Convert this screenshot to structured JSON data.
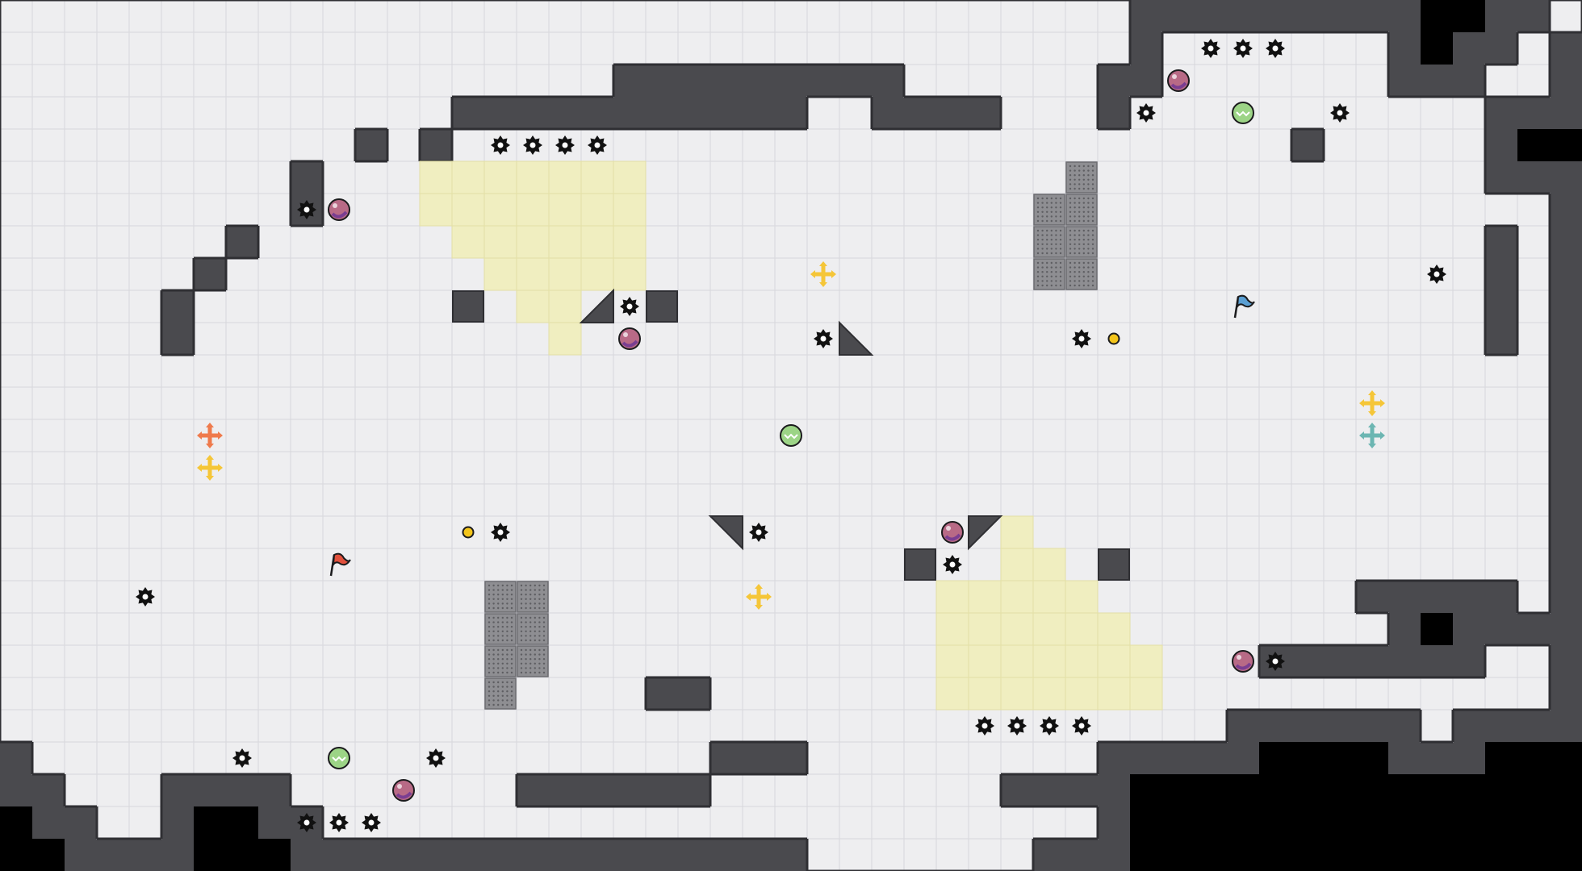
{
  "level": {
    "grid": {
      "cols": 49,
      "rows": 27
    },
    "colors": {
      "background": "#000000",
      "floor": "#eeeef0",
      "floor_grid": "#d7d7dc",
      "wall": "#4a4a4e",
      "wall_outline": "#2f2f33",
      "wall_inner_line": "#3b3b3f",
      "sand": "#f0eec0",
      "grate": "#8e8e92",
      "spike": "#111111",
      "mine_fill": "#b86a86",
      "mine_shine": "#7a3e92",
      "gem_fill": "#9cd486",
      "coin": "#f3c51b",
      "flag_red": "#e2513d",
      "flag_blue": "#5a9fd3",
      "powerup_orange": "#ef7a4c",
      "powerup_yellow": "#f5c638",
      "powerup_teal": "#6cb6b2"
    },
    "floor_rows": [
      "...................................#############.",
      "...................................#.......####.",
      "...................#########......##.......###..",
      "..............###########..####...#...........##",
      "...........#.#..........................#.....###",
      ".........#....................................###",
      ".........#......................................#",
      ".......#......................................#.#",
      "......#.......................................#.#",
      ".....#........................................#.#",
      ".....#........................................#.#",
      "................................................#",
      "................................................#",
      "................................................#",
      "................................................#",
      "................................................#",
      "................................................#",
      "................................................#",
      "..........................................#####.#",
      "...........................................######",
      ".......................................#######..#",
      "....................##..........................#",
      "......................................######.####",
      "#.....................###.........###############",
      "##...####.......######.........##################",
      "###..#####........................##############",
      "#########################.......################"
    ],
    "sand_cells": [
      [
        13,
        5
      ],
      [
        14,
        5
      ],
      [
        15,
        5
      ],
      [
        16,
        5
      ],
      [
        17,
        5
      ],
      [
        18,
        5
      ],
      [
        19,
        5
      ],
      [
        13,
        6
      ],
      [
        14,
        6
      ],
      [
        15,
        6
      ],
      [
        16,
        6
      ],
      [
        17,
        6
      ],
      [
        18,
        6
      ],
      [
        19,
        6
      ],
      [
        14,
        7
      ],
      [
        15,
        7
      ],
      [
        16,
        7
      ],
      [
        17,
        7
      ],
      [
        18,
        7
      ],
      [
        19,
        7
      ],
      [
        15,
        8
      ],
      [
        16,
        8
      ],
      [
        17,
        8
      ],
      [
        18,
        8
      ],
      [
        19,
        8
      ],
      [
        16,
        9
      ],
      [
        17,
        9
      ],
      [
        17,
        10
      ],
      [
        31,
        16
      ],
      [
        31,
        17
      ],
      [
        32,
        17
      ],
      [
        29,
        18
      ],
      [
        30,
        18
      ],
      [
        31,
        18
      ],
      [
        32,
        18
      ],
      [
        33,
        18
      ],
      [
        29,
        19
      ],
      [
        30,
        19
      ],
      [
        31,
        19
      ],
      [
        32,
        19
      ],
      [
        33,
        19
      ],
      [
        34,
        19
      ],
      [
        29,
        20
      ],
      [
        30,
        20
      ],
      [
        31,
        20
      ],
      [
        32,
        20
      ],
      [
        33,
        20
      ],
      [
        34,
        20
      ],
      [
        35,
        20
      ],
      [
        29,
        21
      ],
      [
        30,
        21
      ],
      [
        31,
        21
      ],
      [
        32,
        21
      ],
      [
        33,
        21
      ],
      [
        34,
        21
      ],
      [
        35,
        21
      ]
    ],
    "grate_cells": [
      [
        33,
        5
      ],
      [
        32,
        6
      ],
      [
        33,
        6
      ],
      [
        32,
        7
      ],
      [
        33,
        7
      ],
      [
        32,
        8
      ],
      [
        33,
        8
      ],
      [
        15,
        18
      ],
      [
        16,
        18
      ],
      [
        15,
        19
      ],
      [
        16,
        19
      ],
      [
        15,
        20
      ],
      [
        16,
        20
      ],
      [
        15,
        21
      ]
    ],
    "wall_blocks": [
      [
        14,
        9
      ],
      [
        20,
        9
      ],
      [
        28,
        17
      ],
      [
        34,
        17
      ]
    ],
    "wall_ramps": [
      {
        "cell": [
          18,
          9
        ],
        "dir": "up-right"
      },
      {
        "cell": [
          26,
          10
        ],
        "dir": "up-left"
      },
      {
        "cell": [
          22,
          16
        ],
        "dir": "down-left"
      },
      {
        "cell": [
          30,
          16
        ],
        "dir": "down-right"
      }
    ],
    "spikes": [
      [
        37,
        1
      ],
      [
        38,
        1
      ],
      [
        39,
        1
      ],
      [
        35,
        3
      ],
      [
        41,
        3
      ],
      [
        15,
        4
      ],
      [
        16,
        4
      ],
      [
        17,
        4
      ],
      [
        18,
        4
      ],
      [
        9,
        6
      ],
      [
        44,
        8
      ],
      [
        19,
        9
      ],
      [
        25,
        10
      ],
      [
        33,
        10
      ],
      [
        15,
        16
      ],
      [
        23,
        16
      ],
      [
        29,
        17
      ],
      [
        4,
        18
      ],
      [
        39,
        20
      ],
      [
        30,
        22
      ],
      [
        31,
        22
      ],
      [
        32,
        22
      ],
      [
        33,
        22
      ],
      [
        7,
        23
      ],
      [
        13,
        23
      ],
      [
        9,
        25
      ],
      [
        10,
        25
      ],
      [
        11,
        25
      ]
    ],
    "mines": [
      [
        36,
        2
      ],
      [
        10,
        6
      ],
      [
        19,
        10
      ],
      [
        29,
        16
      ],
      [
        38,
        20
      ],
      [
        12,
        24
      ]
    ],
    "gems": [
      [
        38,
        3
      ],
      [
        24,
        13
      ],
      [
        10,
        23
      ]
    ],
    "coins": [
      [
        34,
        10
      ],
      [
        14,
        16
      ]
    ],
    "powerups": [
      {
        "cell": [
          25,
          8
        ],
        "color": "yellow"
      },
      {
        "cell": [
          42,
          12
        ],
        "color": "yellow"
      },
      {
        "cell": [
          42,
          13
        ],
        "color": "teal"
      },
      {
        "cell": [
          6,
          13
        ],
        "color": "orange"
      },
      {
        "cell": [
          6,
          14
        ],
        "color": "yellow"
      },
      {
        "cell": [
          23,
          18
        ],
        "color": "yellow"
      }
    ],
    "flags": [
      {
        "cell": [
          10,
          17
        ],
        "color": "red",
        "name": "red-start-flag"
      },
      {
        "cell": [
          38,
          9
        ],
        "color": "blue",
        "name": "blue-goal-flag"
      }
    ]
  }
}
